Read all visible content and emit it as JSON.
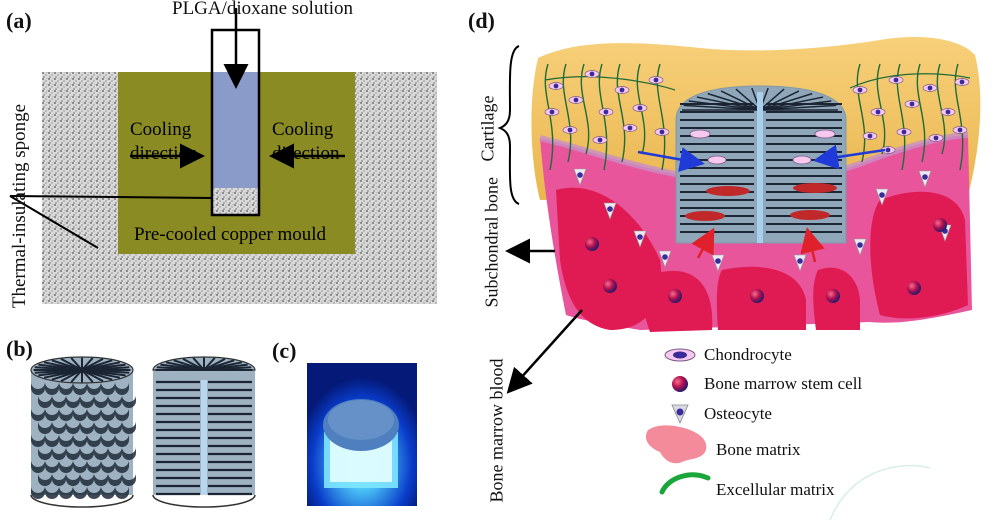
{
  "figure": {
    "panel_a": {
      "letter": "(a)",
      "solution_label": "PLGA/dioxane solution",
      "cooling_left": [
        "Cooling",
        "direction"
      ],
      "cooling_right": [
        "Cooling",
        "direction"
      ],
      "mould_label": "Pre-cooled copper mould",
      "sponge_label": "Thermal-insulating sponge"
    },
    "panel_b": {
      "letter": "(b)"
    },
    "panel_c": {
      "letter": "(c)"
    },
    "panel_d": {
      "letter": "(d)",
      "zone_labels": {
        "cartilage": "Cartilage",
        "subchondral": "Subchondral bone",
        "marrow": "Bone marrow blood"
      },
      "legend": [
        {
          "icon": "chondrocyte-icon",
          "label": "Chondrocyte"
        },
        {
          "icon": "stem-cell-icon",
          "label": "Bone marrow stem cell"
        },
        {
          "icon": "osteocyte-icon",
          "label": "Osteocyte"
        },
        {
          "icon": "bone-matrix-icon",
          "label": "Bone matrix"
        },
        {
          "icon": "extracellular-matrix-icon",
          "label": "Excellular matrix"
        }
      ]
    }
  },
  "colors": {
    "mould": "#8b8b23",
    "solution": "#8b9bc9",
    "scaffold": "#9fb2c2",
    "cartilage": "#f2c76a",
    "subchondral": "#e8559a",
    "marrow_region": "#e01b54",
    "arrow_blue": "#1f3ad6",
    "arrow_red": "#e0202a"
  }
}
